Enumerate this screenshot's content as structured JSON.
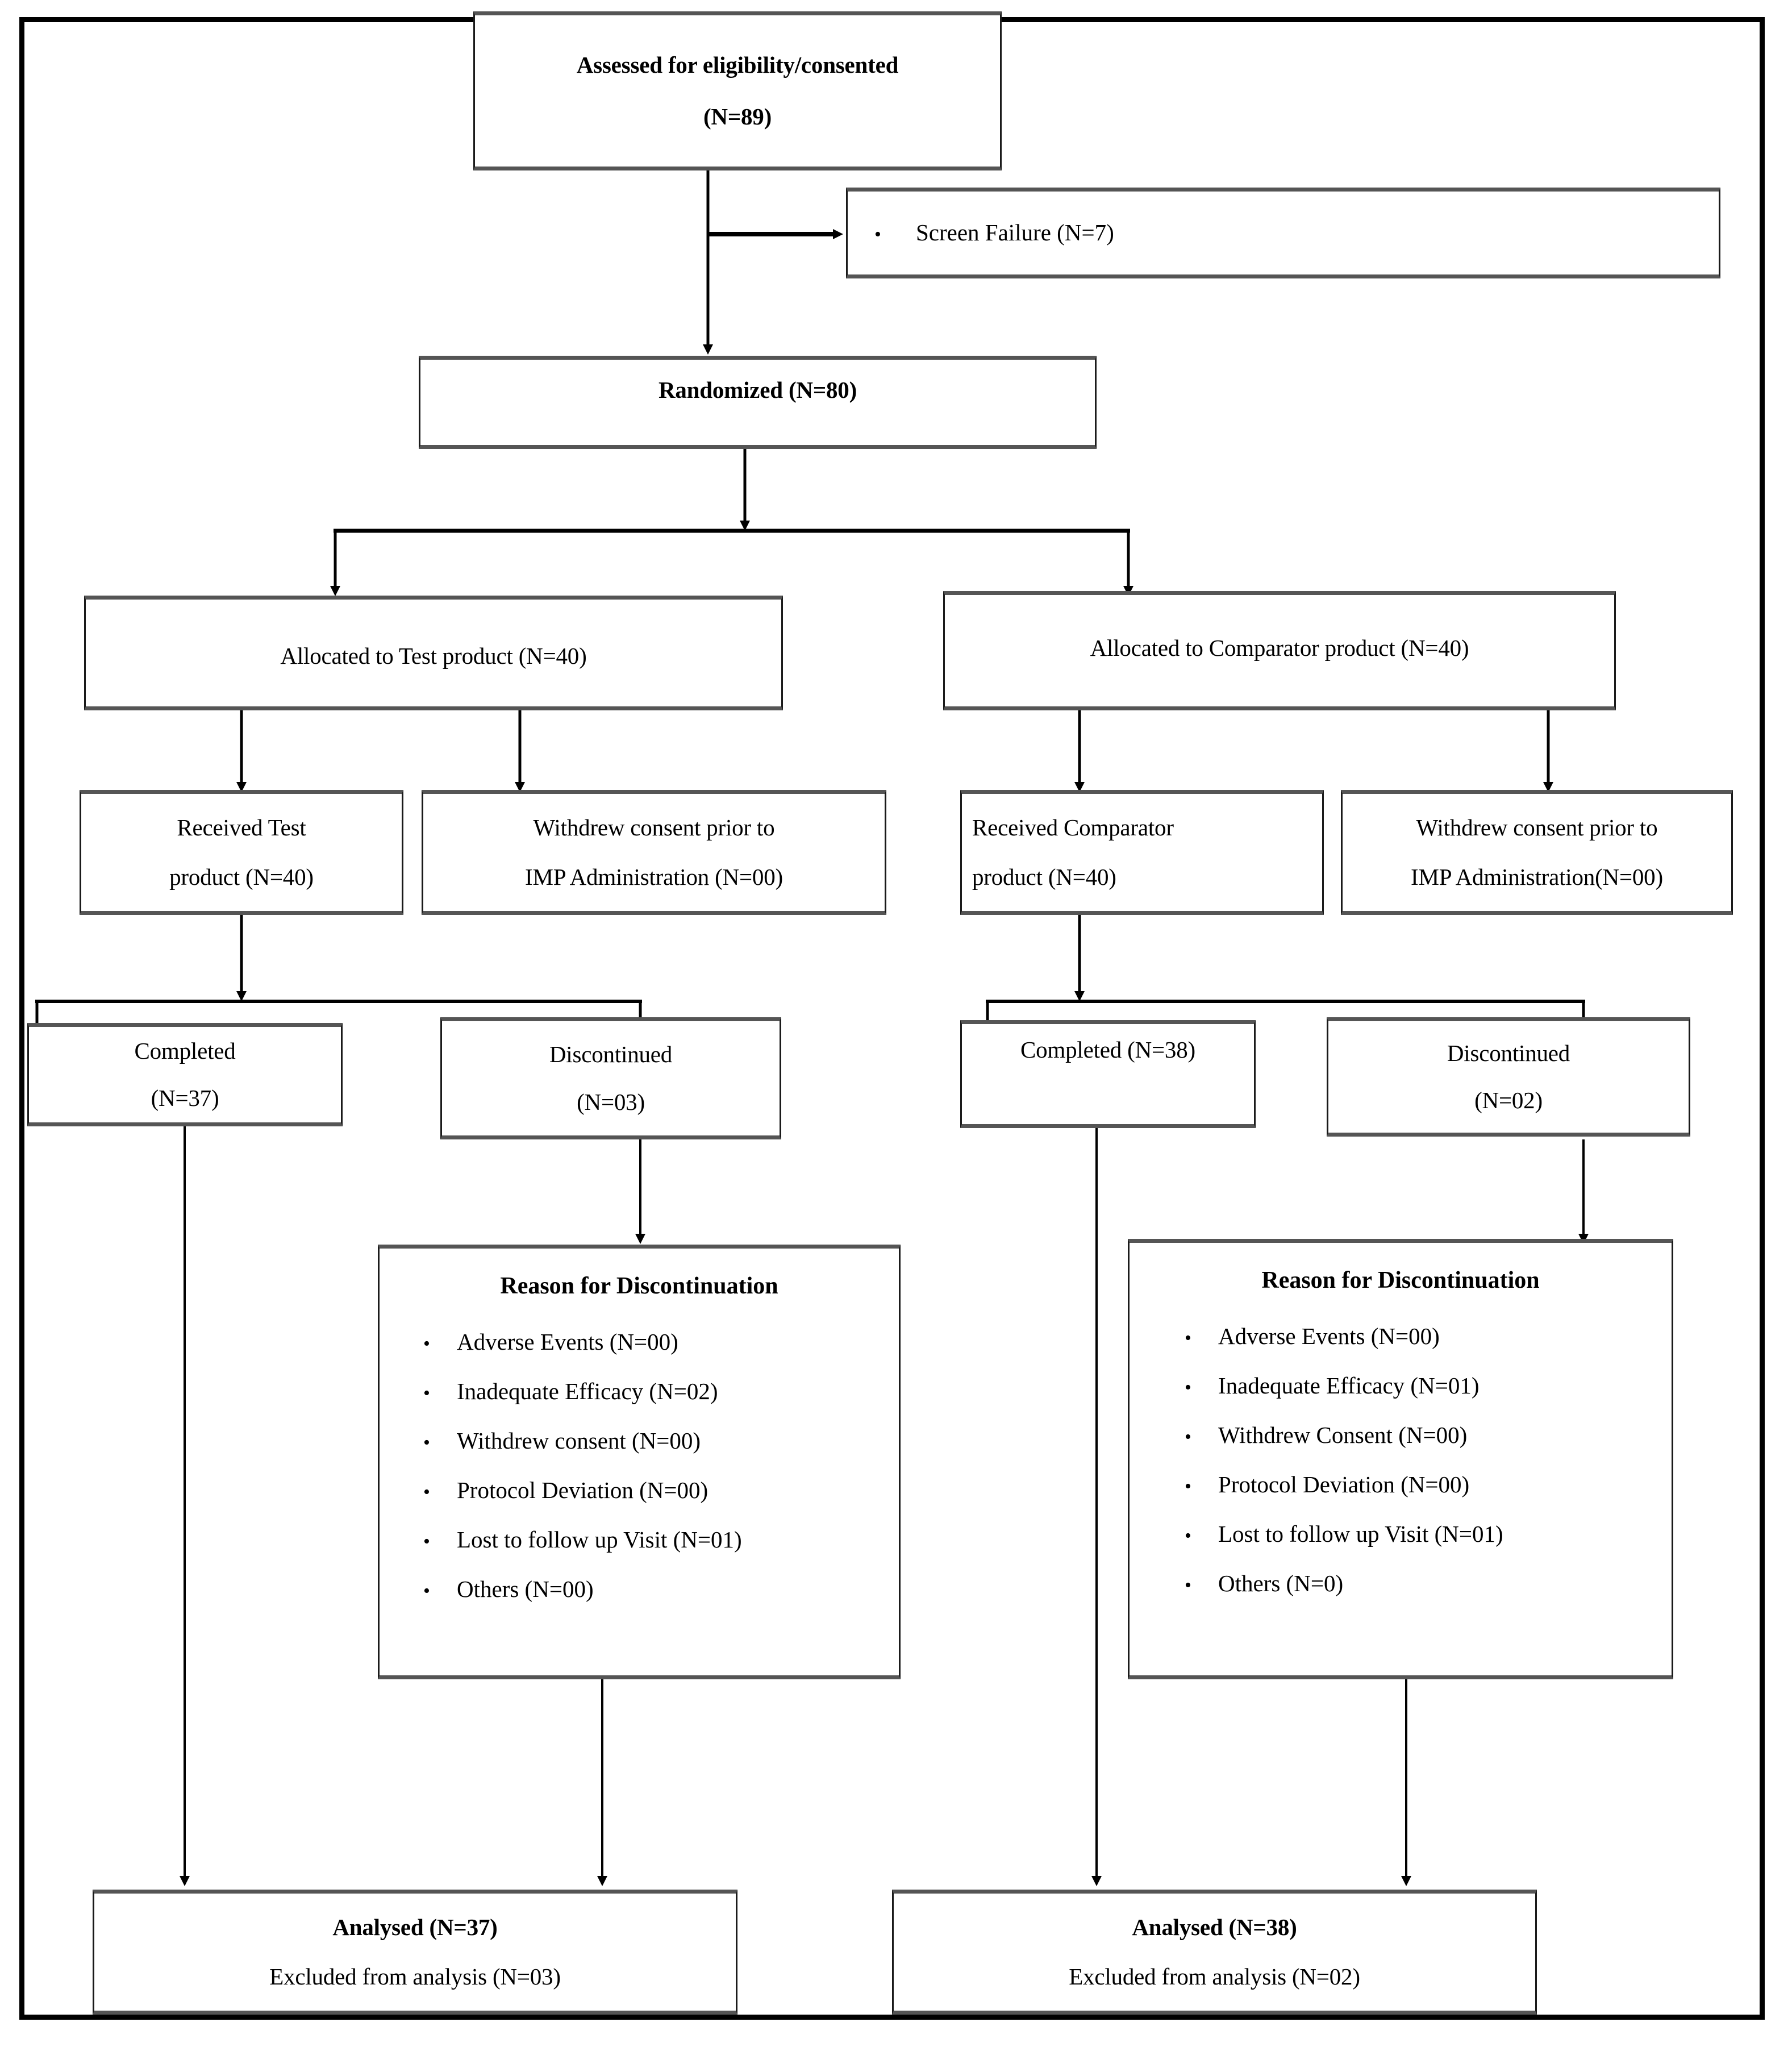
{
  "diagram": {
    "type": "consort-flow-diagram",
    "title_shown": false,
    "nodes": {
      "assessed": {
        "line1": "Assessed for eligibility/consented",
        "line2": "(N=89)"
      },
      "screen_failure": {
        "bullet": "Screen Failure (N=7)"
      },
      "randomized": {
        "line1": "Randomized (N=80)"
      },
      "alloc_test": {
        "line1": "Allocated to Test product (N=40)"
      },
      "alloc_comp": {
        "line1": "Allocated to Comparator product (N=40)"
      },
      "received_test": {
        "line1": "Received Test",
        "line2": "product (N=40)"
      },
      "withdrew_test": {
        "line1": "Withdrew consent prior to",
        "line2": "IMP Administration (N=00)"
      },
      "received_comp": {
        "line1": "Received Comparator",
        "line2": "product (N=40)"
      },
      "withdrew_comp": {
        "line1": "Withdrew consent prior to",
        "line2": "IMP Administration(N=00)"
      },
      "completed_test": {
        "line1": "Completed",
        "line2": "(N=37)"
      },
      "discontinued_test": {
        "line1": "Discontinued",
        "line2": "(N=03)"
      },
      "completed_comp": {
        "line1": "Completed (N=38)",
        "line2": ""
      },
      "discontinued_comp": {
        "line1": "Discontinued",
        "line2": "(N=02)"
      },
      "reason_test": {
        "title": "Reason for Discontinuation",
        "items": [
          "Adverse Events (N=00)",
          "Inadequate Efficacy (N=02)",
          "Withdrew consent (N=00)",
          "Protocol Deviation (N=00)",
          "Lost to follow up Visit (N=01)",
          "Others (N=00)"
        ]
      },
      "reason_comp": {
        "title": "Reason for Discontinuation",
        "items": [
          "Adverse Events (N=00)",
          "Inadequate Efficacy (N=01)",
          "Withdrew Consent (N=00)",
          "Protocol Deviation (N=00)",
          "Lost to follow up Visit (N=01)",
          "Others (N=0)"
        ]
      },
      "analysed_test": {
        "line1": "Analysed (N=37)",
        "line2": "Excluded from analysis (N=03)"
      },
      "analysed_comp": {
        "line1": "Analysed (N=38)",
        "line2": "Excluded from analysis (N=02)"
      }
    },
    "counts": {
      "assessed": 89,
      "screen_failure": 7,
      "randomized": 80,
      "allocated_test": 40,
      "allocated_comparator": 40,
      "received_test": 40,
      "withdrew_prior_test": 0,
      "received_comparator": 40,
      "withdrew_prior_comparator": 0,
      "completed_test": 37,
      "discontinued_test": 3,
      "completed_comparator": 38,
      "discontinued_comparator": 2,
      "analysed_test": 37,
      "excluded_test": 3,
      "analysed_comparator": 38,
      "excluded_comparator": 2
    },
    "colors": {
      "frame": "#000000",
      "box_border": "#1a1a1a",
      "box_shadow_edge": "#555555",
      "background": "#ffffff",
      "text": "#000000"
    },
    "bullet_glyph": "•"
  }
}
